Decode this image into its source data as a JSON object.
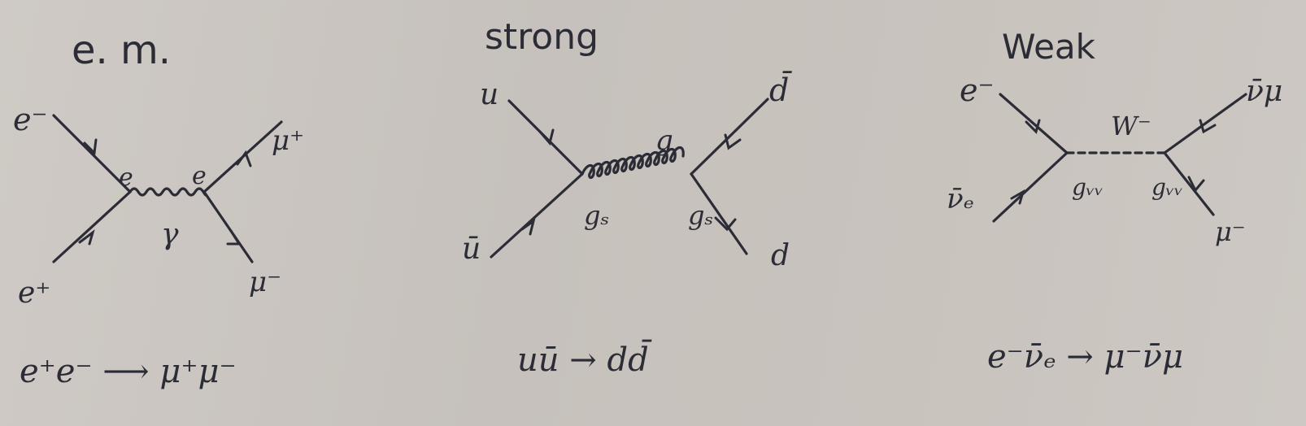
{
  "diagrams": {
    "em": {
      "title": "e. m.",
      "in_top": "e⁻",
      "in_bottom": "e⁺",
      "out_top": "μ⁺",
      "out_bottom": "μ⁻",
      "vertex_left": "e",
      "vertex_right": "e",
      "boson": "γ",
      "reaction": "e⁺e⁻ ⟶ μ⁺μ⁻"
    },
    "strong": {
      "title": "strong",
      "in_top": "u",
      "in_bottom": "ū",
      "out_top": "d̄",
      "out_bottom": "d",
      "vertex_left": "gₛ",
      "vertex_right": "gₛ",
      "boson": "g",
      "reaction": "uū → dd̄"
    },
    "weak": {
      "title": "Weak",
      "in_top": "e⁻",
      "in_bottom": "ν̄ₑ",
      "out_top": "ν̄μ",
      "out_bottom": "μ⁻",
      "vertex_left": "gᵥᵥ",
      "vertex_right": "gᵥᵥ",
      "boson": "W⁻",
      "reaction": "e⁻ν̄ₑ → μ⁻ν̄μ"
    }
  },
  "colors": {
    "ink": "#2c2c36",
    "paper": "#c9c4bf"
  }
}
